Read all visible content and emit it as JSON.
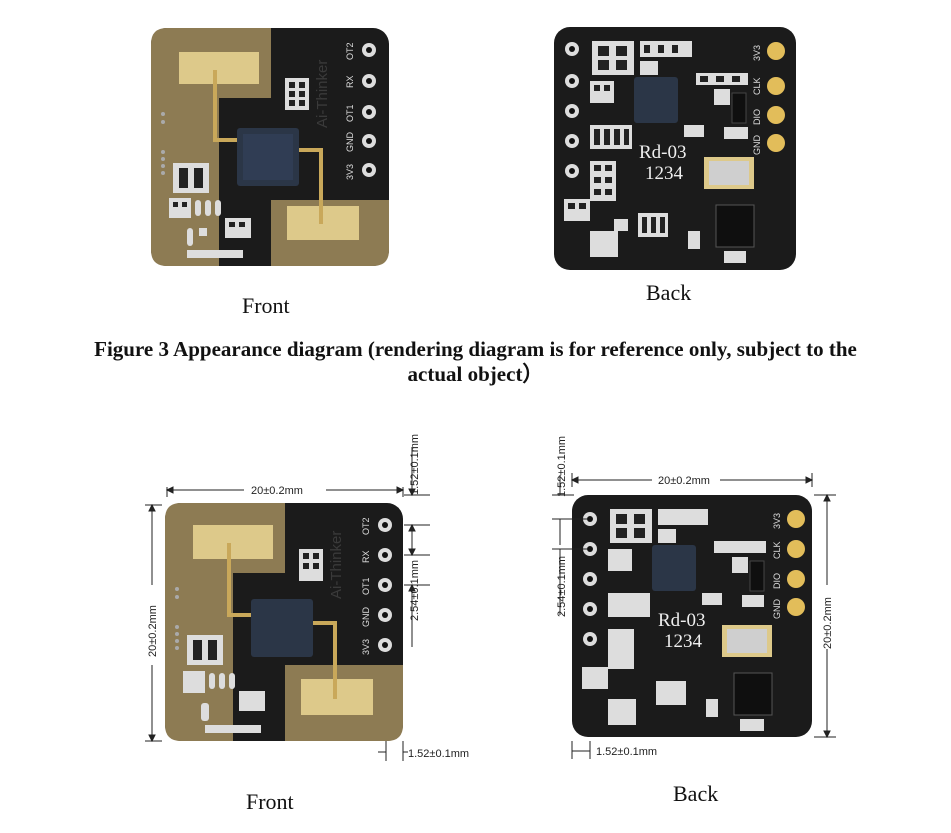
{
  "top": {
    "front_label": "Front",
    "back_label": "Back"
  },
  "caption": {
    "line1": "Figure 3 Appearance diagram (rendering diagram is for reference only, subject to the",
    "line2": "actual object）"
  },
  "bottom": {
    "front_label": "Front",
    "back_label": "Back"
  },
  "board": {
    "brand": "Ai-Thinker",
    "front_pins": [
      "OT2",
      "RX",
      "OT1",
      "GND",
      "3V3"
    ],
    "back_pins": [
      "3V3",
      "CLK",
      "DIO",
      "GND"
    ],
    "marking_line1": "Rd-03",
    "marking_line2": "1234"
  },
  "dimensions": {
    "width": "20±0.2mm",
    "height": "20±0.2mm",
    "pitch": "2.54±0.1mm",
    "edge": "1.52±0.1mm"
  },
  "colors": {
    "pcb": "#1b1b1b",
    "copper": "#8d7b53",
    "pad": "#ddc98a",
    "gold": "#e2bd5a",
    "chip": "#2b3647"
  }
}
